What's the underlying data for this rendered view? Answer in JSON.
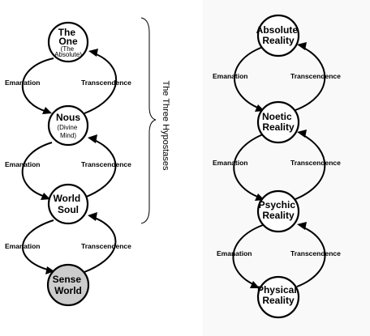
{
  "left_diagram": {
    "nodes": [
      {
        "id": "one",
        "label": "The One",
        "sublabel": "(The Absolute)"
      },
      {
        "id": "nous",
        "label": "Nous",
        "sublabel": "(Divine Mind)"
      },
      {
        "id": "world-soul",
        "label": "World Soul",
        "sublabel": ""
      },
      {
        "id": "sense-world",
        "label": "Sense World",
        "sublabel": ""
      }
    ],
    "emanation_label": "Emanation",
    "transcendence_label": "Transcendence",
    "bracket_label": "The Three Hypostases"
  },
  "right_diagram": {
    "nodes": [
      {
        "id": "absolute",
        "label": "Absolute Reality"
      },
      {
        "id": "noetic",
        "label": "Noetic Reality"
      },
      {
        "id": "psychic",
        "label": "Psychic Reality"
      },
      {
        "id": "physical",
        "label": "Physical Reality"
      }
    ],
    "emanation_label": "Emanation",
    "transcendence_label": "Transcendence"
  },
  "colors": {
    "stroke": "#000000",
    "shaded_node": "#cccccc",
    "right_background": "#f9f9f9"
  }
}
